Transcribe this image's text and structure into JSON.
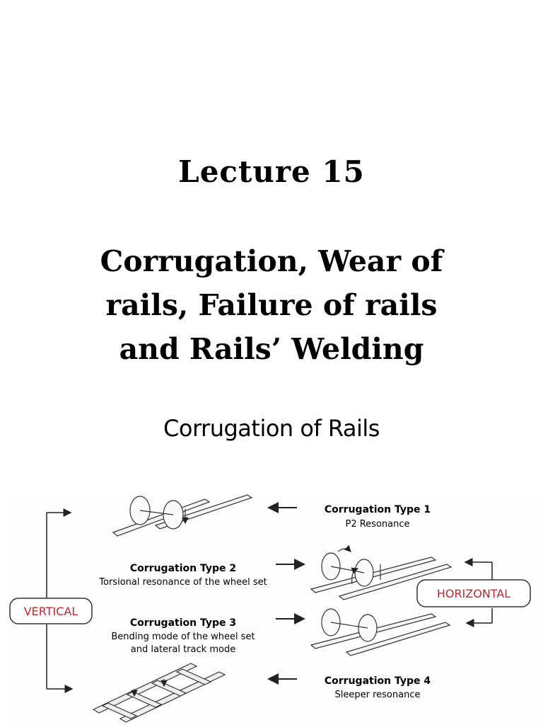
{
  "slide": {
    "lecture": "Lecture 15",
    "title_lines": [
      "Corrugation, Wear of",
      "rails, Failure of rails",
      "and Rails’ Welding"
    ],
    "subtitle": "Corrugation of Rails"
  },
  "figure": {
    "vertical_label": "VERTICAL",
    "horizontal_label": "HORIZONTAL",
    "types": [
      {
        "title": "Corrugation Type 1",
        "desc": [
          "P2 Resonance"
        ]
      },
      {
        "title": "Corrugation Type 2",
        "desc": [
          "Torsional resonance of the wheel set"
        ]
      },
      {
        "title": "Corrugation Type 3",
        "desc": [
          "Bending mode of the wheel set",
          "and lateral track mode"
        ]
      },
      {
        "title": "Corrugation Type 4",
        "desc": [
          "Sleeper resonance"
        ]
      }
    ],
    "colors": {
      "label_text": "#c0282d",
      "line": "#222222"
    }
  }
}
